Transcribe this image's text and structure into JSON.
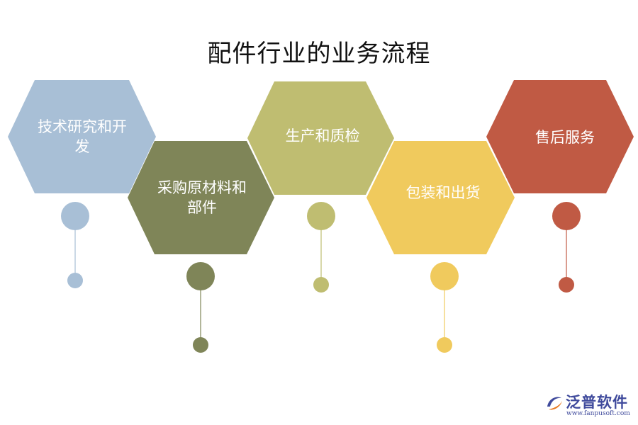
{
  "title": "配件行业的业务流程",
  "steps": [
    {
      "label": "技术研究和开发",
      "color": "#a8bfd6"
    },
    {
      "label": "采购原材料和部件",
      "color": "#7f8558"
    },
    {
      "label": "生产和质检",
      "color": "#bfbd71"
    },
    {
      "label": "包装和出货",
      "color": "#f0ca5d"
    },
    {
      "label": "售后服务",
      "color": "#c05a44"
    }
  ],
  "logo": {
    "brand": "泛普软件",
    "url": "www.fanpusoft.com",
    "colors": [
      "#3f4a9c",
      "#e8791f"
    ]
  }
}
